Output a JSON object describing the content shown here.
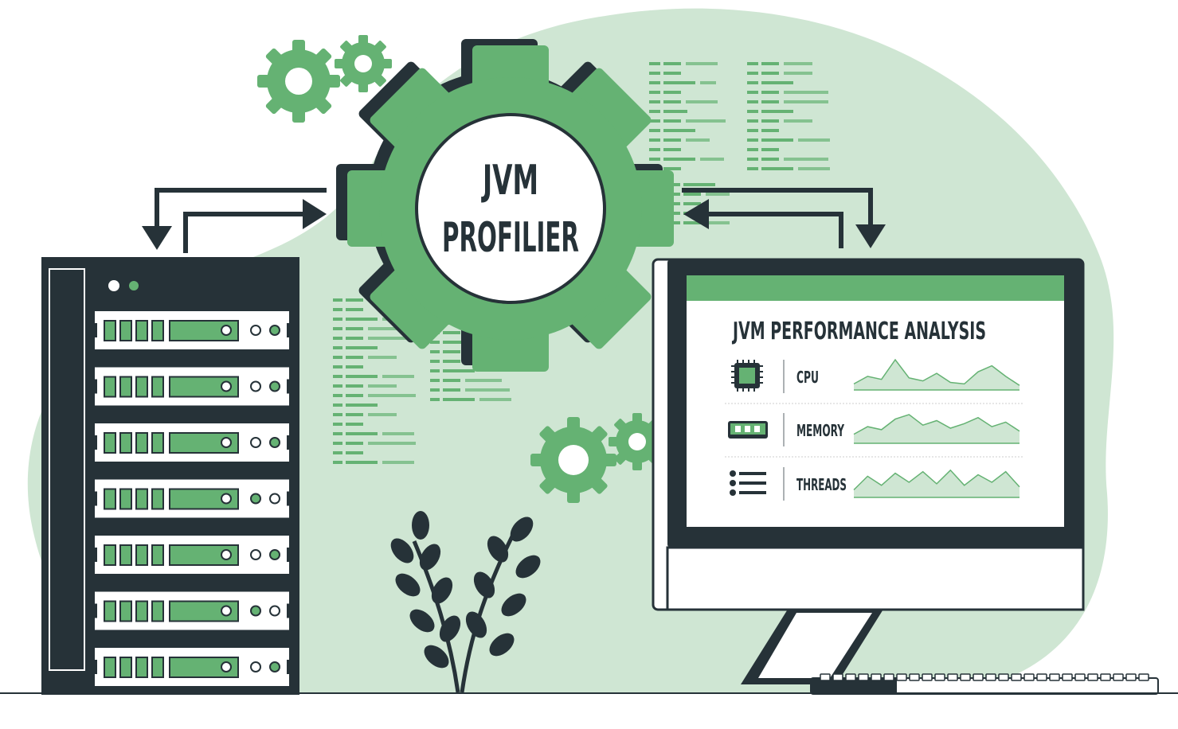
{
  "colors": {
    "green": "#65b273",
    "green_light": "#cfe6d3",
    "green_pale": "#e8f4ea",
    "dark": "#263238",
    "white": "#ffffff"
  },
  "profiler": {
    "line1": "JVM",
    "line2": "PROFILIER"
  },
  "monitor": {
    "title": "JVM PERFORMANCE ANALYSIS",
    "metrics": [
      {
        "label": "CPU",
        "icon": "cpu-chip-icon",
        "trend": [
          0.2,
          0.45,
          0.35,
          1.0,
          0.4,
          0.3,
          0.55,
          0.25,
          0.2,
          0.6,
          0.8,
          0.45,
          0.15
        ]
      },
      {
        "label": "MEMORY",
        "icon": "memory-module-icon",
        "trend": [
          0.3,
          0.55,
          0.45,
          0.8,
          0.95,
          0.6,
          0.75,
          0.5,
          0.65,
          0.85,
          0.55,
          0.7,
          0.4
        ]
      },
      {
        "label": "THREADS",
        "icon": "list-icon",
        "trend": [
          0.25,
          0.7,
          0.4,
          0.8,
          0.5,
          0.85,
          0.45,
          0.9,
          0.4,
          0.75,
          0.5,
          0.85,
          0.35
        ]
      }
    ]
  },
  "server": {
    "drive_indicators": [
      [
        "off",
        "on"
      ],
      [
        "off",
        "on"
      ],
      [
        "off",
        "on"
      ],
      [
        "on",
        "off"
      ],
      [
        "off",
        "on"
      ],
      [
        "on",
        "off"
      ],
      [
        "off",
        "on"
      ]
    ]
  }
}
